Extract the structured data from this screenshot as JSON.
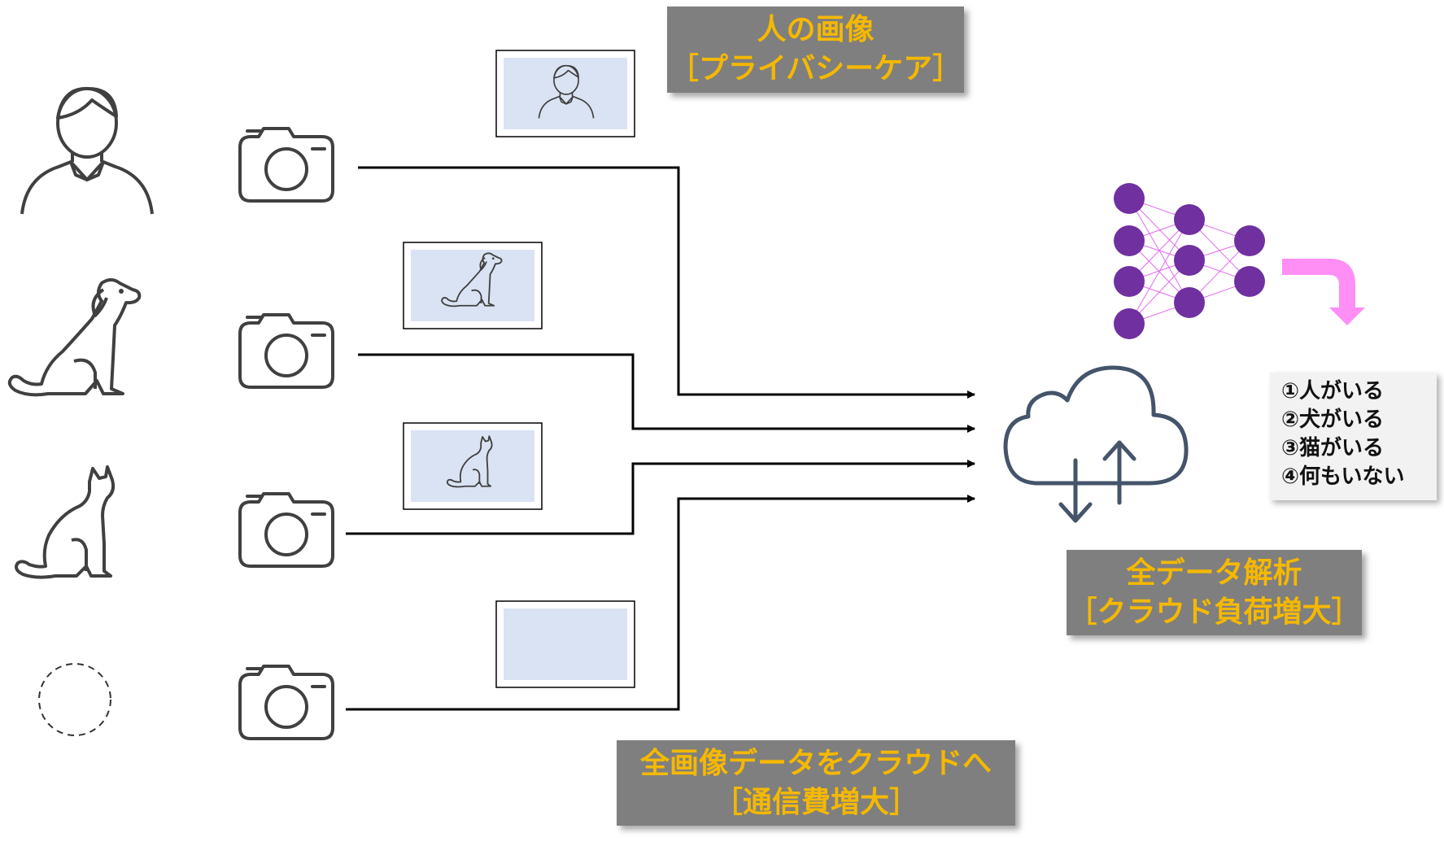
{
  "labels": {
    "privacy_line1": "人の画像",
    "privacy_line2": "［プライバシーケア］",
    "upload_line1": "全画像データをクラウドへ",
    "upload_line2": "［通信費増大］",
    "analysis_line1": "全データ解析",
    "analysis_line2": "［クラウド負荷増大］"
  },
  "results": [
    "①人がいる",
    "②犬がいる",
    "③猫がいる",
    "④何もいない"
  ],
  "subjects": [
    "person",
    "dog",
    "cat",
    "none"
  ],
  "colors": {
    "label_bg": "#7f7f7f",
    "label_text": "#f5b800",
    "neuron": "#7030a0",
    "neuron_link": "#e36cf0",
    "output_arrow": "#ff8ef5",
    "thumbnail_fill": "#dae3f3",
    "icon_stroke": "#404040",
    "cloud_stroke": "#44546a"
  },
  "icons": {
    "person": "person-icon",
    "dog": "dog-icon",
    "cat": "cat-icon",
    "empty": "empty-circle-icon",
    "camera": "camera-icon",
    "cloud": "cloud-sync-icon",
    "network": "neural-network-icon"
  }
}
